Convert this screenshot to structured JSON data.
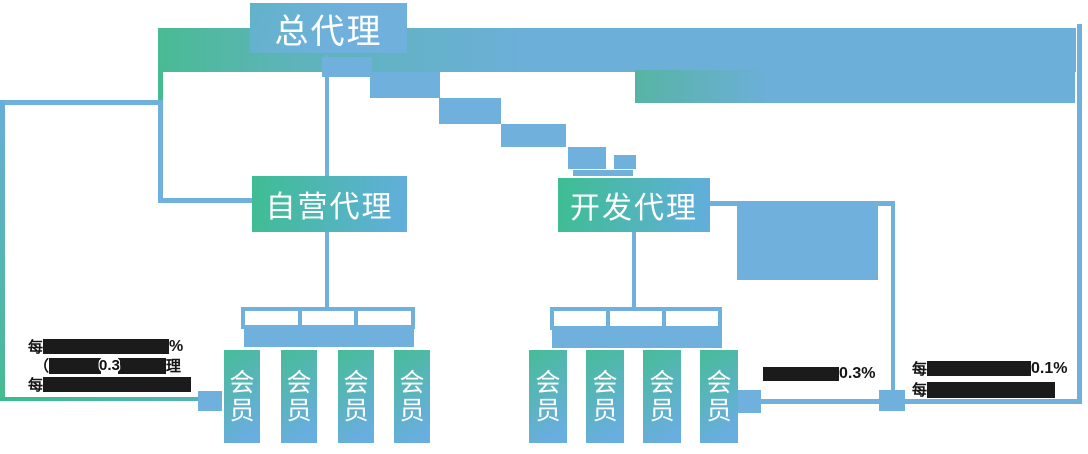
{
  "nodes": {
    "root": "总代理",
    "self": "自营代理",
    "dev": "开发代理",
    "member_top": "会",
    "member_bottom": "员"
  },
  "annotations": {
    "left_line1_start": "每",
    "left_line1_end": "%",
    "left_line2_start": "（",
    "left_line2_value": "0.3",
    "left_line2_end": "理",
    "left_line3_start": "每",
    "mid_value": "0.3%",
    "right_line1_start": "每",
    "right_line1_value": "0.1%",
    "right_line2_start": "每"
  },
  "colors": {
    "teal": "#45bb93",
    "blue": "#6fb0dc",
    "redaction_black": "#1b1b1b"
  }
}
